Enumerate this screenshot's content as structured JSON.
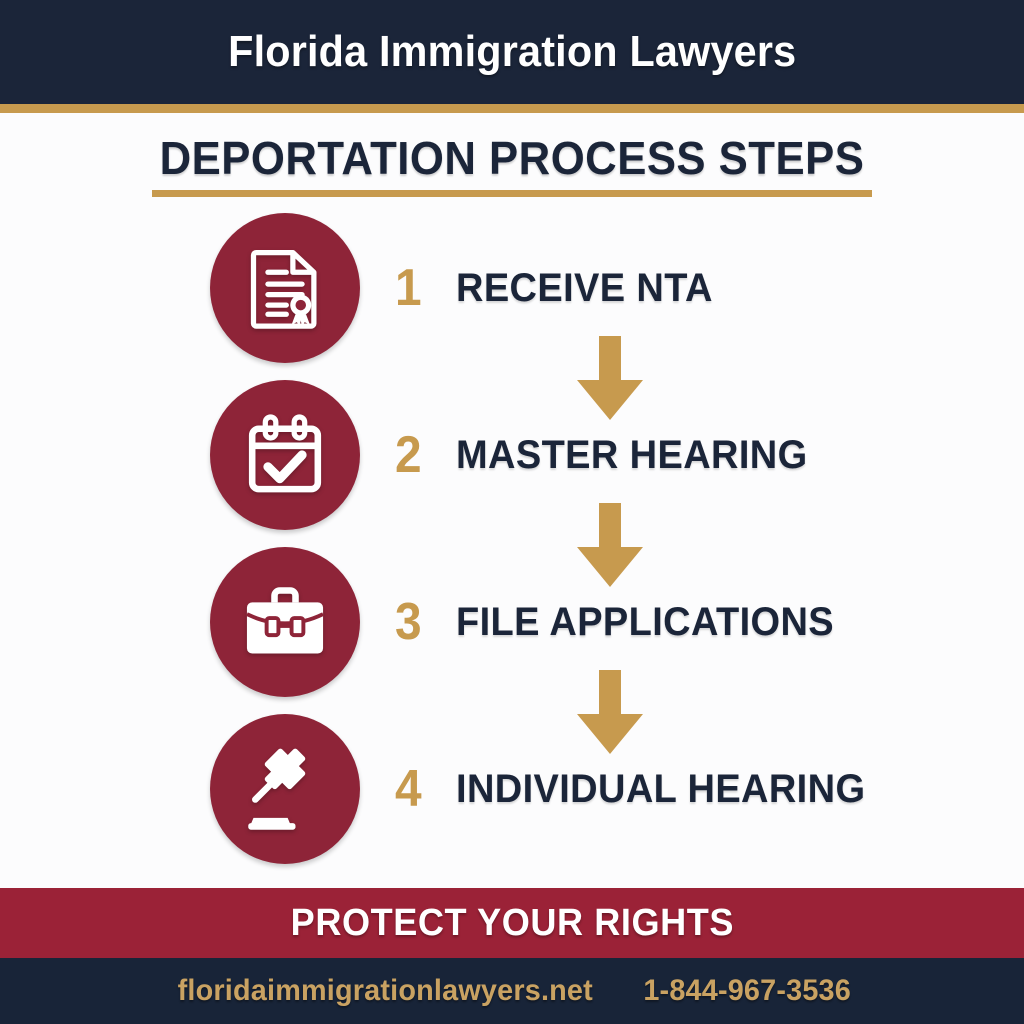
{
  "colors": {
    "navy": "#1b2539",
    "navy_footer": "#182438",
    "gold": "#c79a4e",
    "gold_text": "#c9a262",
    "maroon_circle": "#8e2438",
    "maroon_band": "#9b2237",
    "background": "#fcfcfd",
    "white": "#ffffff"
  },
  "header": {
    "brand_title": "Florida Immigration Lawyers"
  },
  "section": {
    "heading": "DEPORTATION PROCESS STEPS"
  },
  "steps": [
    {
      "number": "1",
      "label": "RECEIVE NTA",
      "icon": "document-certificate-icon"
    },
    {
      "number": "2",
      "label": "MASTER HEARING",
      "icon": "calendar-check-icon"
    },
    {
      "number": "3",
      "label": "FILE APPLICATIONS",
      "icon": "briefcase-icon"
    },
    {
      "number": "4",
      "label": "INDIVIDUAL HEARING",
      "icon": "gavel-icon"
    }
  ],
  "connectors": [
    {
      "icon": "arrow-down-icon"
    },
    {
      "icon": "arrow-down-icon"
    },
    {
      "icon": "arrow-down-icon"
    }
  ],
  "cta": {
    "text": "PROTECT YOUR RIGHTS"
  },
  "footer": {
    "website": "floridaimmigrationlawyers.net",
    "phone": "1-844-967-3536"
  }
}
